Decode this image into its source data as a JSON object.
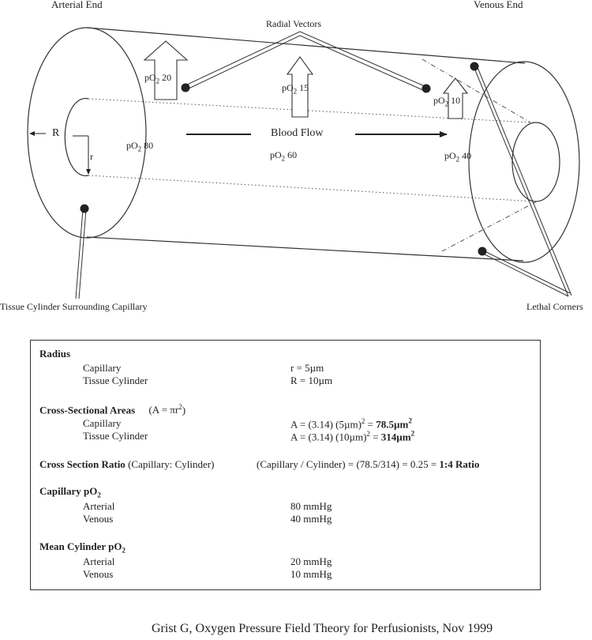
{
  "diagram": {
    "arterial_end": "Arterial End",
    "venous_end": "Venous End",
    "radial_vectors": "Radial Vectors",
    "blood_flow": "Blood Flow",
    "radius_big": "R",
    "radius_small": "r",
    "tissue_cylinder_caption": "Tissue Cylinder Surrounding Capillary",
    "lethal_corners": "Lethal Corners",
    "po2_prefix": "pO",
    "po2_sub": "2",
    "po2_values": {
      "arrow_left": "20",
      "arrow_middle": "15",
      "arrow_right": "10",
      "capillary_arterial": "80",
      "capillary_mid": "60",
      "capillary_venous": "40"
    }
  },
  "table": {
    "radius": {
      "title": "Radius",
      "rows": [
        {
          "label": "Capillary",
          "value": "r = 5µm"
        },
        {
          "label": "Tissue Cylinder",
          "value": "R = 10µm"
        }
      ]
    },
    "areas": {
      "title": "Cross-Sectional Areas",
      "formula_pre": "(A = πr",
      "formula_sup": "2",
      "formula_post": ")",
      "rows": [
        {
          "label": "Capillary",
          "expr": "A = (3.14) (5µm)",
          "sup": "2",
          "eq": " = ",
          "result": "78.5µm",
          "result_sup": "2"
        },
        {
          "label": "Tissue Cylinder",
          "expr": "A = (3.14) (10µm)",
          "sup": "2",
          "eq": " = ",
          "result": "314µm",
          "result_sup": "2"
        }
      ]
    },
    "ratio": {
      "title": "Cross Section Ratio",
      "subtitle": " (Capillary: Cylinder)",
      "expression": "(Capillary / Cylinder) = (78.5/314) = 0.25 = ",
      "result": "1:4 Ratio"
    },
    "capillary_po2": {
      "title": "Capillary pO",
      "title_sub": "2",
      "rows": [
        {
          "label": "Arterial",
          "value": "80 mmHg"
        },
        {
          "label": "Venous",
          "value": "40 mmHg"
        }
      ]
    },
    "mean_po2": {
      "title": "Mean Cylinder pO",
      "title_sub": "2",
      "rows": [
        {
          "label": "Arterial",
          "value": "20 mmHg"
        },
        {
          "label": "Venous",
          "value": "10 mmHg"
        }
      ]
    }
  },
  "citation": "Grist G, Oxygen Pressure Field Theory for Perfusionists, Nov 1999"
}
